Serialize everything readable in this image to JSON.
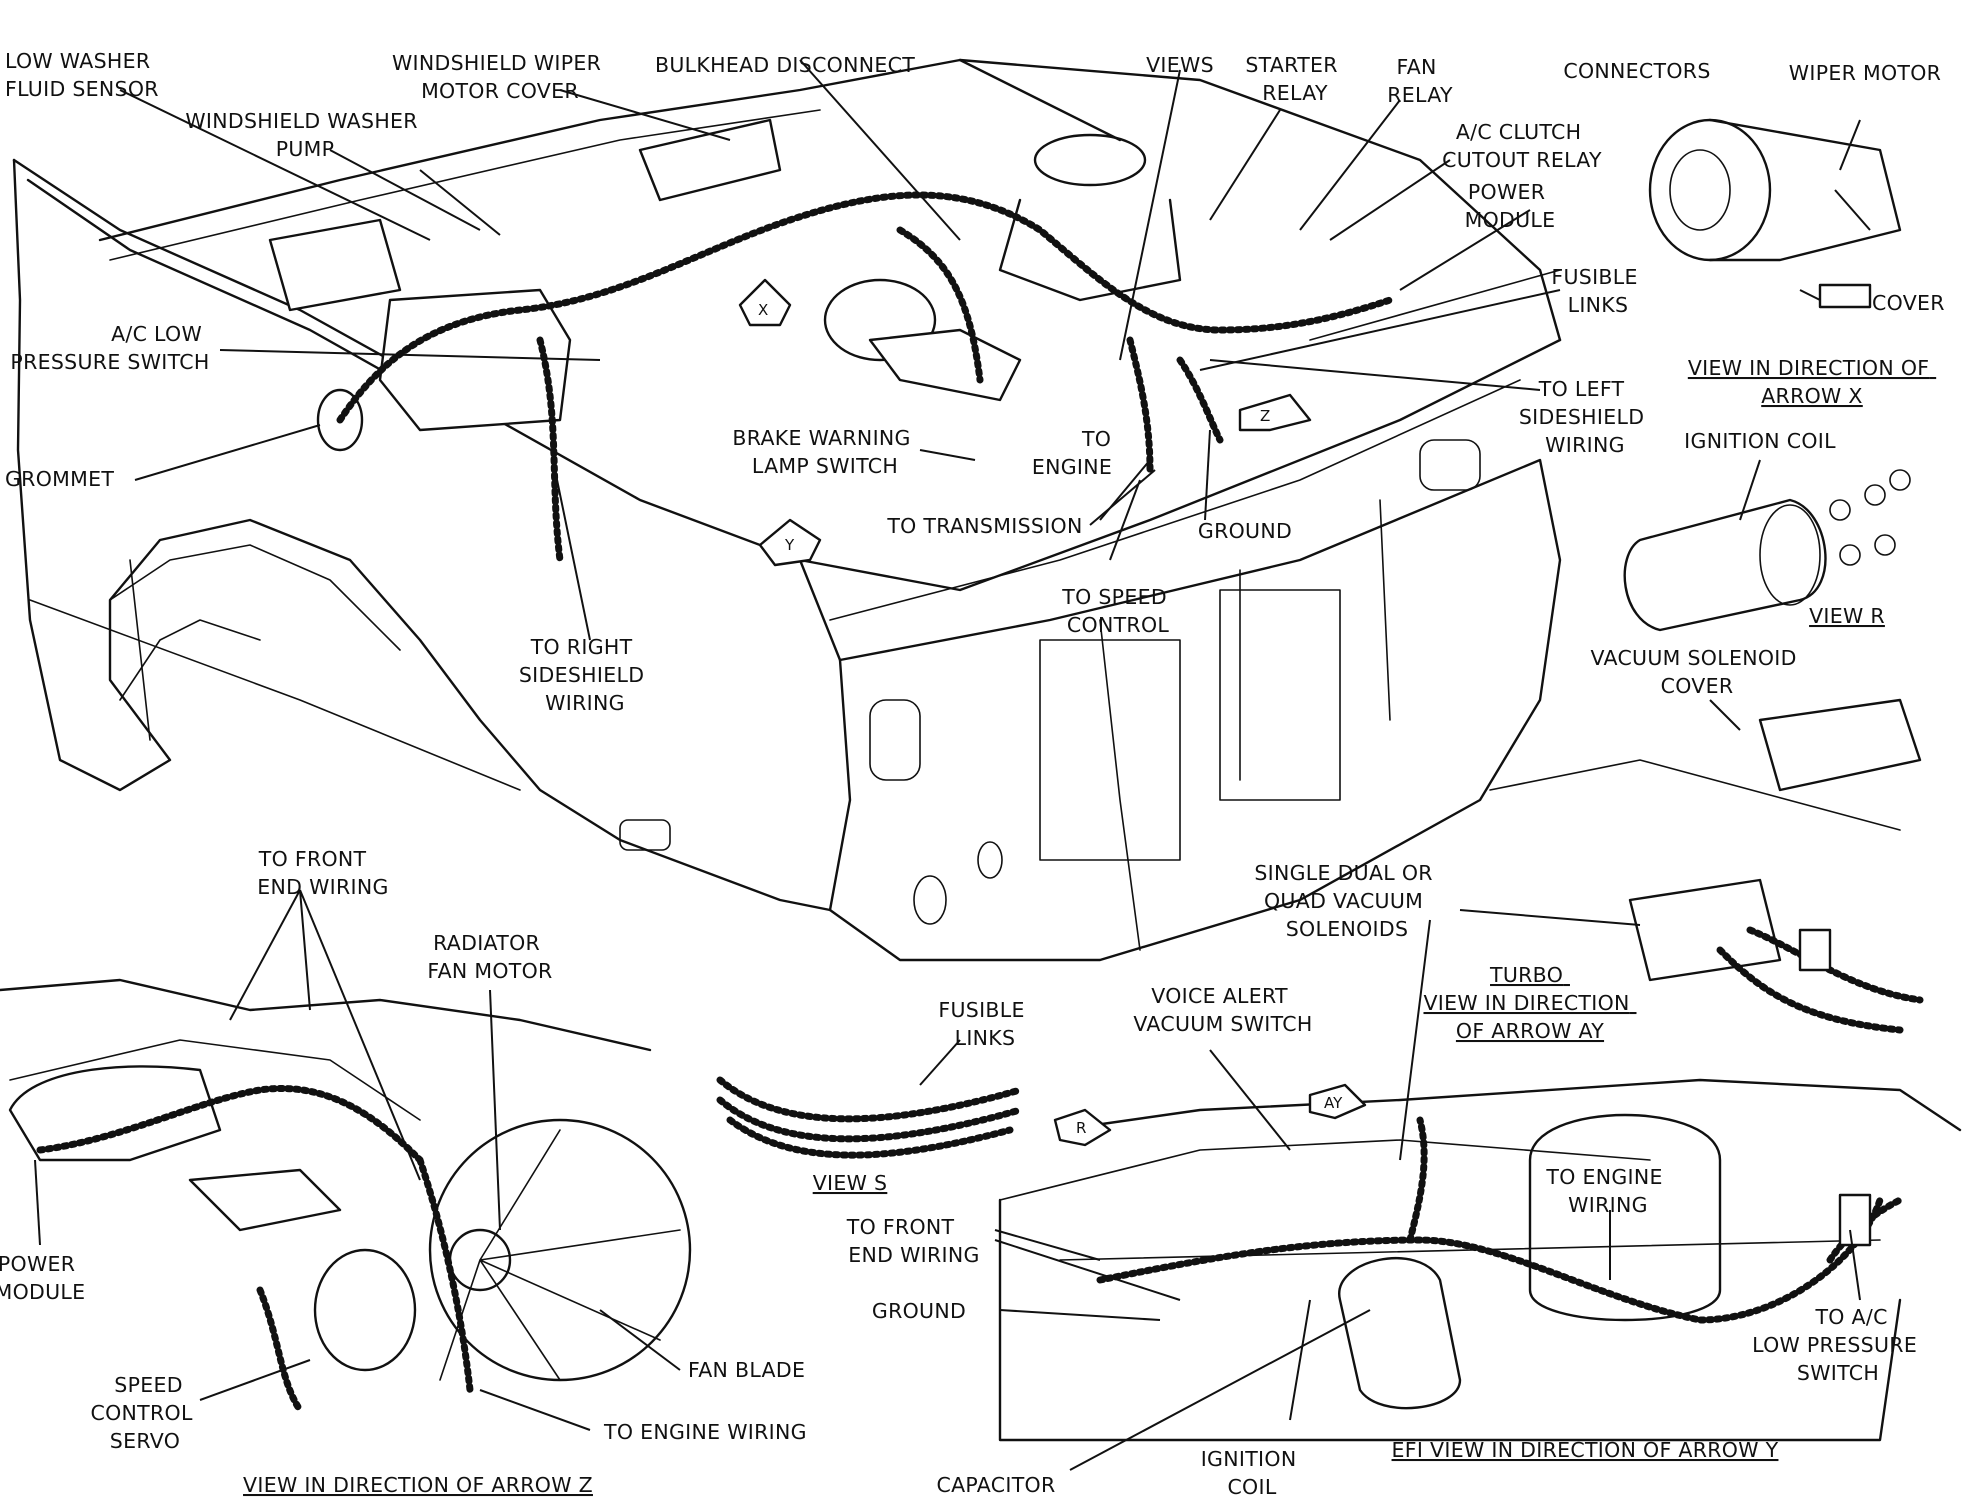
{
  "labels": {
    "low_washer_fluid_sensor": [
      "LOW WASHER",
      "FLUID SENSOR"
    ],
    "windshield_wiper_motor_cover": [
      "WINDSHIELD WIPER",
      "MOTOR COVER"
    ],
    "bulkhead_disconnect": [
      "BULKHEAD DISCONNECT"
    ],
    "views": [
      "VIEWS"
    ],
    "starter_relay": [
      "STARTER",
      "RELAY"
    ],
    "fan_relay": [
      "FAN",
      "RELAY"
    ],
    "connectors": [
      "CONNECTORS"
    ],
    "wiper_motor": [
      "WIPER MOTOR"
    ],
    "windshield_washer_pump": [
      "WINDSHIELD WASHER",
      "PUMP"
    ],
    "ac_clutch_cutout_relay": [
      "A/C CLUTCH",
      "CUTOUT RELAY"
    ],
    "power_module_top": [
      "POWER",
      "MODULE"
    ],
    "cover": [
      "COVER"
    ],
    "fusible_links_top": [
      "FUSIBLE",
      "LINKS"
    ],
    "ac_low_pressure_switch_top": [
      "A/C LOW",
      "PRESSURE SWITCH"
    ],
    "view_arrow_x": [
      "VIEW IN DIRECTION OF",
      "ARROW X"
    ],
    "to_left_sideshield": [
      "TO LEFT",
      "SIDESHIELD",
      "WIRING"
    ],
    "brake_warning": [
      "BRAKE WARNING",
      "LAMP SWITCH"
    ],
    "to_engine": [
      "TO",
      "ENGINE"
    ],
    "ignition_coil_r": [
      "IGNITION COIL"
    ],
    "grommet": [
      "GROMMET"
    ],
    "to_transmission": [
      "TO TRANSMISSION"
    ],
    "ground_top": [
      "GROUND"
    ],
    "to_speed_control": [
      "TO SPEED",
      "CONTROL"
    ],
    "view_r": [
      "VIEW R"
    ],
    "to_right_sideshield": [
      "TO RIGHT",
      "SIDESHIELD",
      "WIRING"
    ],
    "vacuum_solenoid_cover": [
      "VACUUM SOLENOID",
      "COVER"
    ],
    "to_front_end_wiring_z": [
      "TO FRONT",
      "END WIRING"
    ],
    "single_dual_quad": [
      "SINGLE DUAL OR",
      "QUAD VACUUM",
      "SOLENOIDS"
    ],
    "radiator_fan_motor": [
      "RADIATOR",
      "FAN MOTOR"
    ],
    "turbo_view": [
      "TURBO",
      "VIEW IN DIRECTION",
      "OF ARROW AY"
    ],
    "fusible_links_s": [
      "FUSIBLE",
      "LINKS"
    ],
    "voice_alert": [
      "VOICE ALERT",
      "VACUUM SWITCH"
    ],
    "view_s": [
      "VIEW S"
    ],
    "to_engine_wiring_y": [
      "TO ENGINE",
      "WIRING"
    ],
    "to_front_end_wiring_y": [
      "TO FRONT",
      "END WIRING"
    ],
    "power_module_z": [
      "POWER",
      "MODULE"
    ],
    "ground_y": [
      "GROUND"
    ],
    "to_ac_low_pressure_y": [
      "TO A/C",
      "LOW PRESSURE",
      "SWITCH"
    ],
    "fan_blade": [
      "FAN BLADE"
    ],
    "speed_control_servo": [
      "SPEED",
      "CONTROL",
      "SERVO"
    ],
    "to_engine_wiring_z": [
      "TO ENGINE WIRING"
    ],
    "ignition_coil_y": [
      "IGNITION",
      "COIL"
    ],
    "capacitor": [
      "CAPACITOR"
    ],
    "view_arrow_z": [
      "VIEW IN DIRECTION OF ARROW Z"
    ],
    "efi_view_arrow_y": [
      "EFI VIEW IN DIRECTION OF ARROW Y"
    ]
  },
  "badges": {
    "x": "X",
    "y": "Y",
    "z": "Z",
    "r": "R",
    "ay": "AY"
  }
}
